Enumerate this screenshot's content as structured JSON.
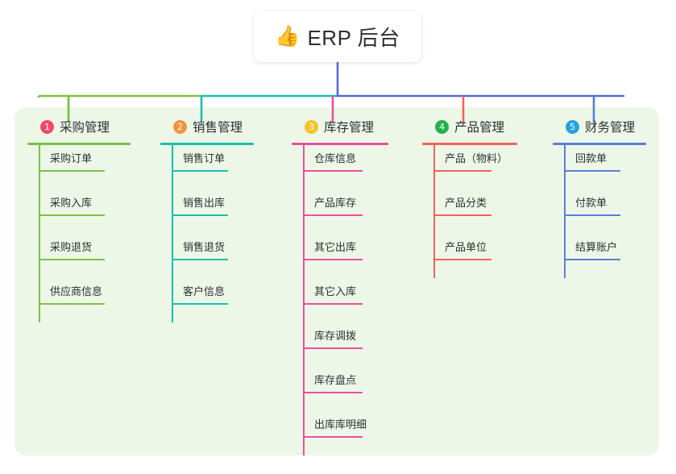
{
  "root": {
    "emoji": "👍",
    "emoji_name": "thumbs-up-icon",
    "title": "ERP 后台"
  },
  "panel": {
    "background": "#edf7e7"
  },
  "columns": [
    {
      "index": "1",
      "title": "采购管理",
      "badge_color": "#f2486a",
      "line_color": "#7cc14a",
      "width": 128,
      "items": [
        {
          "label": "采购订单"
        },
        {
          "label": "采购入库"
        },
        {
          "label": "采购退货"
        },
        {
          "label": "供应商信息"
        }
      ]
    },
    {
      "index": "2",
      "title": "销售管理",
      "badge_color": "#f0953f",
      "line_color": "#17c0ad",
      "width": 116,
      "items": [
        {
          "label": "销售订单"
        },
        {
          "label": "销售出库"
        },
        {
          "label": "销售退货"
        },
        {
          "label": "客户信息"
        }
      ]
    },
    {
      "index": "3",
      "title": "库存管理",
      "badge_color": "#f3c32a",
      "line_color": "#ec4f9c",
      "width": 120,
      "items": [
        {
          "label": "仓库信息"
        },
        {
          "label": "产品库存"
        },
        {
          "label": "其它出库"
        },
        {
          "label": "其它入库"
        },
        {
          "label": "库存调拨"
        },
        {
          "label": "库存盘点"
        },
        {
          "label": "出库库明细"
        }
      ]
    },
    {
      "index": "4",
      "title": "产品管理",
      "badge_color": "#21b24b",
      "line_color": "#f4625c",
      "width": 118,
      "items": [
        {
          "label": "产品（物料）"
        },
        {
          "label": "产品分类"
        },
        {
          "label": "产品单位"
        }
      ]
    },
    {
      "index": "5",
      "title": "财务管理",
      "badge_color": "#22a3e0",
      "line_color": "#5b7ed6",
      "width": 116,
      "items": [
        {
          "label": "回款单"
        },
        {
          "label": "付款单"
        },
        {
          "label": "结算账户"
        }
      ]
    }
  ],
  "trunk": {
    "color_left": "#7cc14a",
    "color_mid": "#17c0ad",
    "color_right": "#5b67d8"
  }
}
